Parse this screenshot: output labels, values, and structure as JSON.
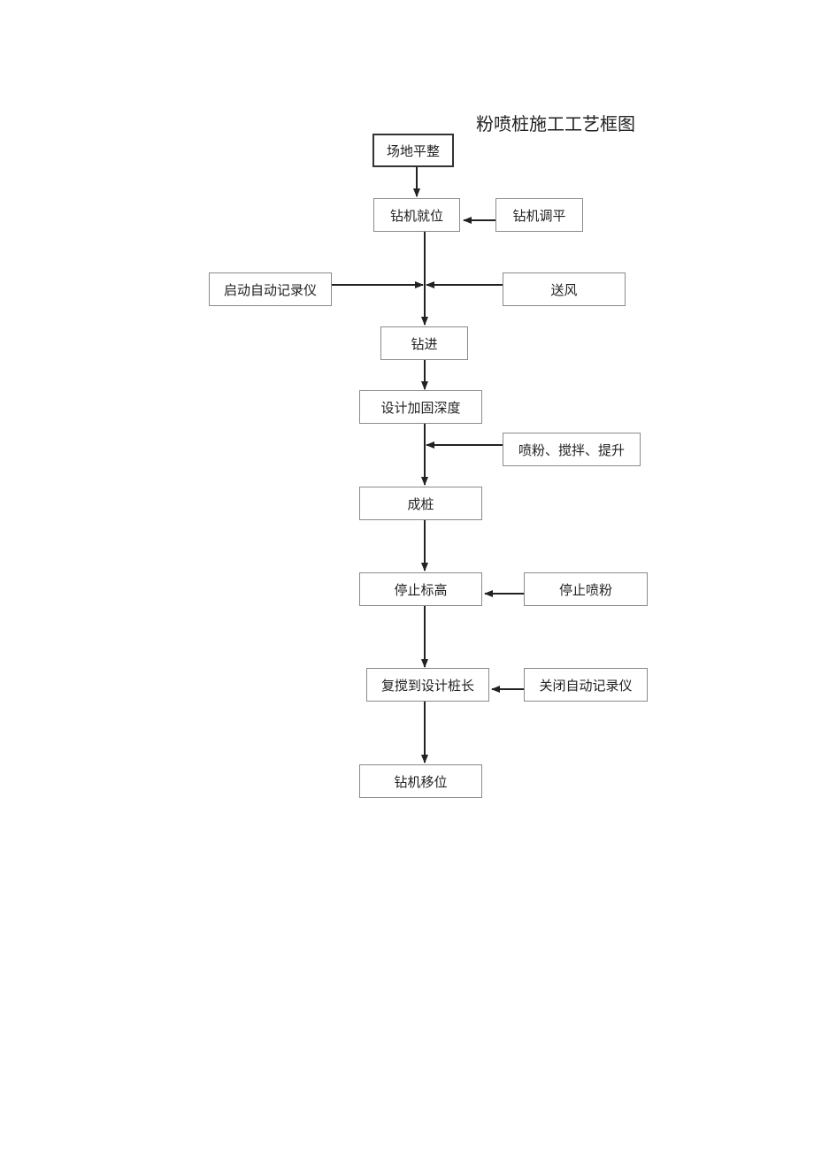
{
  "title": "粉喷桩施工工艺框图",
  "nodes": {
    "site_leveling": "场地平整",
    "rig_positioning": "钻机就位",
    "rig_leveling": "钻机调平",
    "start_recorder": "启动自动记录仪",
    "air_supply": "送风",
    "drilling": "钻进",
    "design_depth": "设计加固深度",
    "spray_mix_lift": "喷粉、搅拌、提升",
    "pile_formed": "成桩",
    "stop_elevation": "停止标高",
    "stop_spraying": "停止喷粉",
    "remix_design_length": "复搅到设计桩长",
    "close_recorder": "关闭自动记录仪",
    "rig_relocation": "钻机移位"
  }
}
